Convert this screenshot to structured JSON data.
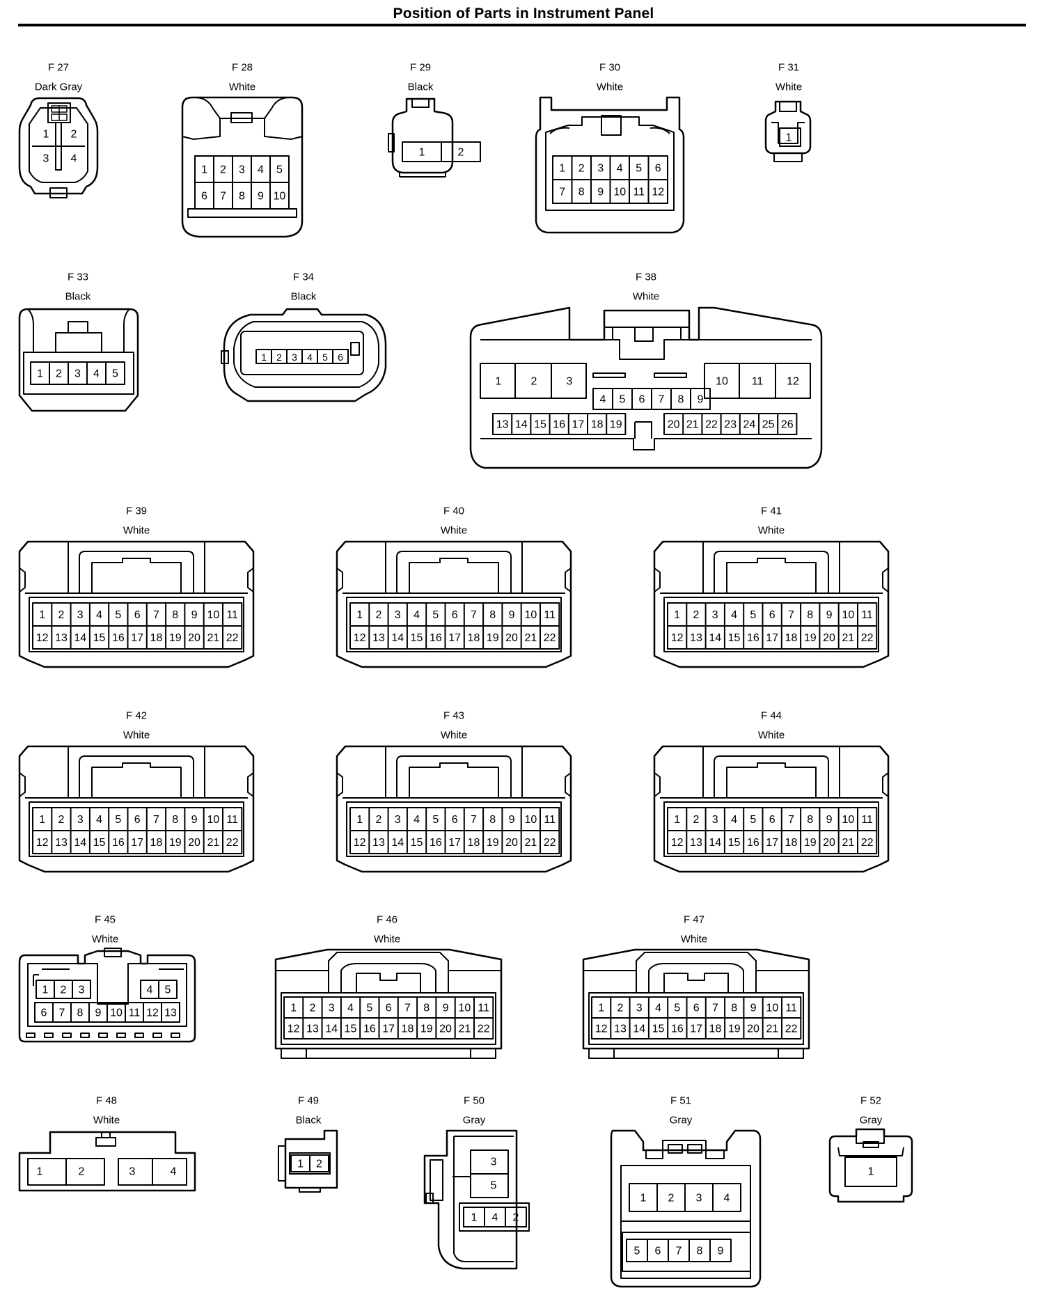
{
  "page": {
    "title": "Position of Parts in Instrument Panel"
  },
  "connectors": [
    {
      "id": "F27",
      "code": "F 27",
      "color": "Dark Gray",
      "pins": [
        "1",
        "2",
        "3",
        "4"
      ]
    },
    {
      "id": "F28",
      "code": "F 28",
      "color": "White",
      "pins": [
        "1",
        "2",
        "3",
        "4",
        "5",
        "6",
        "7",
        "8",
        "9",
        "10"
      ]
    },
    {
      "id": "F29",
      "code": "F 29",
      "color": "Black",
      "pins": [
        "1",
        "2"
      ]
    },
    {
      "id": "F30",
      "code": "F 30",
      "color": "White",
      "pins": [
        "1",
        "2",
        "3",
        "4",
        "5",
        "6",
        "7",
        "8",
        "9",
        "10",
        "11",
        "12"
      ]
    },
    {
      "id": "F31",
      "code": "F 31",
      "color": "White",
      "pins": [
        "1"
      ]
    },
    {
      "id": "F33",
      "code": "F 33",
      "color": "Black",
      "pins": [
        "1",
        "2",
        "3",
        "4",
        "5"
      ]
    },
    {
      "id": "F34",
      "code": "F 34",
      "color": "Black",
      "pins": [
        "1",
        "2",
        "3",
        "4",
        "5",
        "6"
      ]
    },
    {
      "id": "F38",
      "code": "F 38",
      "color": "White",
      "pins": [
        "1",
        "2",
        "3",
        "4",
        "5",
        "6",
        "7",
        "8",
        "9",
        "10",
        "11",
        "12",
        "13",
        "14",
        "15",
        "16",
        "17",
        "18",
        "19",
        "20",
        "21",
        "22",
        "23",
        "24",
        "25",
        "26"
      ]
    },
    {
      "id": "F39",
      "code": "F 39",
      "color": "White",
      "pins": [
        "1",
        "2",
        "3",
        "4",
        "5",
        "6",
        "7",
        "8",
        "9",
        "10",
        "11",
        "12",
        "13",
        "14",
        "15",
        "16",
        "17",
        "18",
        "19",
        "20",
        "21",
        "22"
      ]
    },
    {
      "id": "F40",
      "code": "F 40",
      "color": "White",
      "pins": [
        "1",
        "2",
        "3",
        "4",
        "5",
        "6",
        "7",
        "8",
        "9",
        "10",
        "11",
        "12",
        "13",
        "14",
        "15",
        "16",
        "17",
        "18",
        "19",
        "20",
        "21",
        "22"
      ]
    },
    {
      "id": "F41",
      "code": "F 41",
      "color": "White",
      "pins": [
        "1",
        "2",
        "3",
        "4",
        "5",
        "6",
        "7",
        "8",
        "9",
        "10",
        "11",
        "12",
        "13",
        "14",
        "15",
        "16",
        "17",
        "18",
        "19",
        "20",
        "21",
        "22"
      ]
    },
    {
      "id": "F42",
      "code": "F 42",
      "color": "White",
      "pins": [
        "1",
        "2",
        "3",
        "4",
        "5",
        "6",
        "7",
        "8",
        "9",
        "10",
        "11",
        "12",
        "13",
        "14",
        "15",
        "16",
        "17",
        "18",
        "19",
        "20",
        "21",
        "22"
      ]
    },
    {
      "id": "F43",
      "code": "F 43",
      "color": "White",
      "pins": [
        "1",
        "2",
        "3",
        "4",
        "5",
        "6",
        "7",
        "8",
        "9",
        "10",
        "11",
        "12",
        "13",
        "14",
        "15",
        "16",
        "17",
        "18",
        "19",
        "20",
        "21",
        "22"
      ]
    },
    {
      "id": "F44",
      "code": "F 44",
      "color": "White",
      "pins": [
        "1",
        "2",
        "3",
        "4",
        "5",
        "6",
        "7",
        "8",
        "9",
        "10",
        "11",
        "12",
        "13",
        "14",
        "15",
        "16",
        "17",
        "18",
        "19",
        "20",
        "21",
        "22"
      ]
    },
    {
      "id": "F45",
      "code": "F 45",
      "color": "White",
      "pins": [
        "1",
        "2",
        "3",
        "4",
        "5",
        "6",
        "7",
        "8",
        "9",
        "10",
        "11",
        "12",
        "13"
      ]
    },
    {
      "id": "F46",
      "code": "F 46",
      "color": "White",
      "pins": [
        "1",
        "2",
        "3",
        "4",
        "5",
        "6",
        "7",
        "8",
        "9",
        "10",
        "11",
        "12",
        "13",
        "14",
        "15",
        "16",
        "17",
        "18",
        "19",
        "20",
        "21",
        "22"
      ]
    },
    {
      "id": "F47",
      "code": "F 47",
      "color": "White",
      "pins": [
        "1",
        "2",
        "3",
        "4",
        "5",
        "6",
        "7",
        "8",
        "9",
        "10",
        "11",
        "12",
        "13",
        "14",
        "15",
        "16",
        "17",
        "18",
        "19",
        "20",
        "21",
        "22"
      ]
    },
    {
      "id": "F48",
      "code": "F 48",
      "color": "White",
      "pins": [
        "1",
        "2",
        "3",
        "4"
      ]
    },
    {
      "id": "F49",
      "code": "F 49",
      "color": "Black",
      "pins": [
        "1",
        "2"
      ]
    },
    {
      "id": "F50",
      "code": "F 50",
      "color": "Gray",
      "pins": [
        "3",
        "5",
        "1",
        "4",
        "2"
      ]
    },
    {
      "id": "F51",
      "code": "F 51",
      "color": "Gray",
      "pins": [
        "1",
        "2",
        "3",
        "4",
        "5",
        "6",
        "7",
        "8",
        "9"
      ]
    },
    {
      "id": "F52",
      "code": "F 52",
      "color": "Gray",
      "pins": [
        "1"
      ]
    }
  ]
}
